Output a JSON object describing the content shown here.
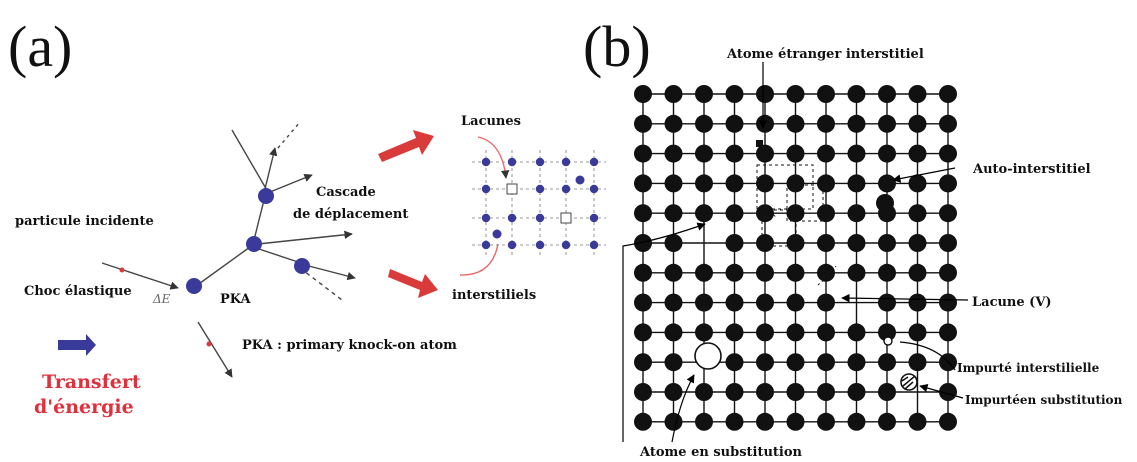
{
  "panels": {
    "a": "(a)",
    "b": "(b)"
  },
  "panel_a": {
    "incident_particle": "particule incidente",
    "elastic_collision": "Choc élastique",
    "delta_e": "ΔE",
    "pka": "PKA",
    "cascade_line1": "Cascade",
    "cascade_line2": "de déplacement",
    "pka_definition": "PKA : primary knock-on atom",
    "energy_transfer_line1": "Transfert",
    "energy_transfer_line2": "d'énergie",
    "vacancies": "Lacunes",
    "interstitials": "interstiliels"
  },
  "panel_b": {
    "foreign_interstitial": "Atome étranger interstitiel",
    "self_interstitial": "Auto-interstitiel",
    "vacancy": "Lacune (V)",
    "interstitial_impurity": "Impurté interstilielle",
    "substitution_impurity": "Impurtéen substitution",
    "substitution_atom": "Atome en substitution"
  },
  "colors": {
    "atom_blue": "#3a3a9a",
    "arrow_red": "#d93a3a",
    "transfer_text": "#e0303c",
    "lattice_atom": "#111111"
  }
}
